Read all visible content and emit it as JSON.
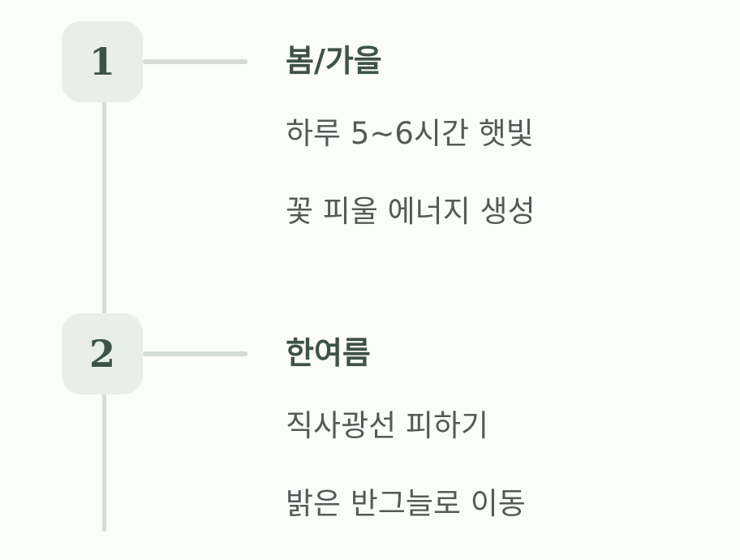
{
  "steps": [
    {
      "number": "1",
      "title": "봄/가을",
      "lines": [
        "하루 5~6시간 햇빛",
        "꽃 피울 에너지 생성"
      ]
    },
    {
      "number": "2",
      "title": "한여름",
      "lines": [
        "직사광선 피하기",
        "밝은 반그늘로 이동"
      ]
    }
  ]
}
